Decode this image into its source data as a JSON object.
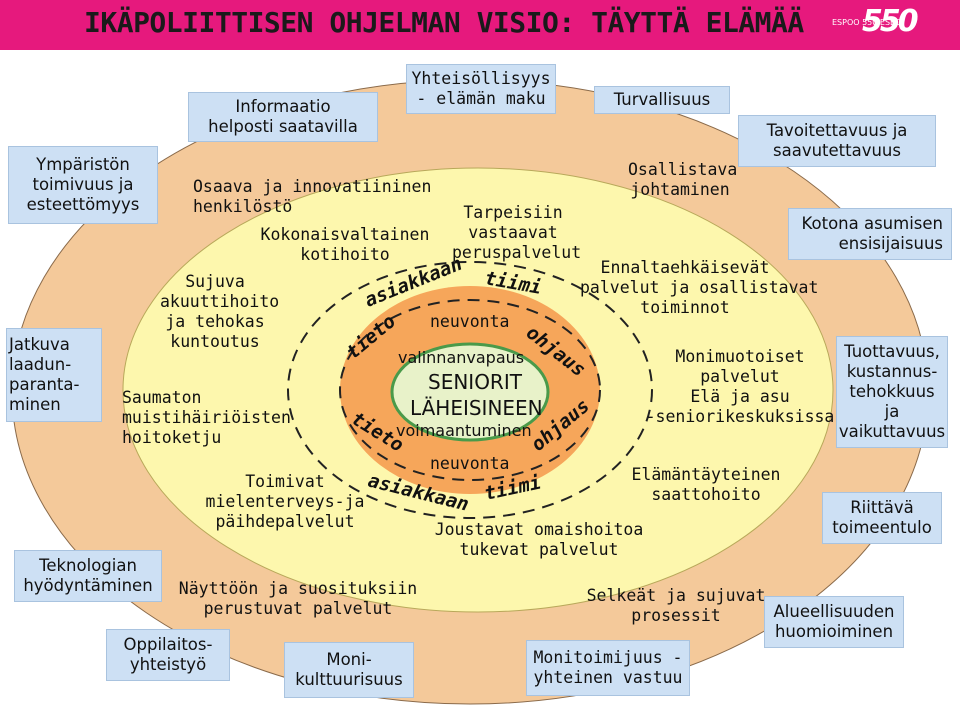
{
  "header": {
    "title": "IKÄPOLIITTISEN OHJELMAN VISIO: TÄYTTÄ ELÄMÄÄ",
    "logo_text": "ESPOO 550 ESBO",
    "logo_mark": "550",
    "background": "#e6197d"
  },
  "colors": {
    "outer_ring": "#f4c99a",
    "middle_ring": "#fdf7ad",
    "inner_ring": "#f6a65a",
    "core": "#e8f2c9",
    "boxes": "#cde0f4"
  },
  "boxes": {
    "ymparisto": [
      "Ympäristön",
      "toimivuus ja",
      "esteettömyys"
    ],
    "informaatio": [
      "Informaatio",
      "helposti saatavilla"
    ],
    "yhteisollisyys": [
      "Yhteisöllisyys",
      "- elämän maku"
    ],
    "turvallisuus": [
      "Turvallisuus"
    ],
    "tavoitettavuus": [
      "Tavoitettavuus ja",
      "saavutettavuus"
    ],
    "kotona": [
      "Kotona asumisen",
      "ensisijaisuus"
    ],
    "jatkuva": [
      "Jatkuva",
      "laadun-",
      "paranta-",
      "minen"
    ],
    "tuottavuus": [
      "Tuottavuus,",
      "kustannus-",
      "tehokkuus",
      "ja",
      "vaikuttavuus"
    ],
    "riittava": [
      "Riittävä",
      "toimeentulo"
    ],
    "teknologian": [
      "Teknologian",
      "hyödyntäminen"
    ],
    "alueellisuuden": [
      "Alueellisuuden",
      "huomioiminen"
    ],
    "oppilaitos": [
      "Oppilaitos-",
      "yhteistyö"
    ],
    "monikulttuurisuus": [
      "Moni-",
      "kulttuurisuus"
    ],
    "monitoimijuus": [
      "Monitoimijuus -",
      "yhteinen vastuu"
    ]
  },
  "ring_texts": {
    "osaava": [
      "Osaava ja innovatiininen",
      "henkilöstö"
    ],
    "kokonaisvaltainen": [
      "Kokonaisvaltainen",
      "kotihoito"
    ],
    "tarpeisiin": [
      "Tarpeisiin",
      "vastaavat",
      "peruspalvelut"
    ],
    "osallistava": [
      "Osallistava",
      "johtaminen"
    ],
    "sujuva": [
      "Sujuva",
      "akuuttihoito",
      "ja tehokas",
      "kuntoutus"
    ],
    "ennaltaehkaisevat": [
      "Ennaltaehkäisevät",
      "palvelut ja osallistavat",
      "toiminnot"
    ],
    "saumaton": [
      "Saumaton",
      "muistihäiriöisten",
      "hoitoketju"
    ],
    "monimuotoiset": [
      "Monimuotoiset",
      "palvelut",
      "Elä ja asu",
      "-seniorikeskuksissa"
    ],
    "toimivat": [
      "Toimivat",
      "mielenterveys-ja",
      "päihdepalvelut"
    ],
    "elamantayteinen": [
      "Elämäntäyteinen",
      "saattohoito"
    ],
    "joustavat": [
      "Joustavat omaishoitoa",
      "tukevat palvelut"
    ],
    "nayttoon": [
      "Näyttöön ja suosituksiin",
      "perustuvat palvelut"
    ],
    "selkeat": [
      "Selkeät ja sujuvat",
      "prosessit"
    ]
  },
  "inner": {
    "asiakkaan_top": "asiakkaan",
    "tiimi_top": "tiimi",
    "neuvonta_top": "neuvonta",
    "tieto_top": "tieto",
    "ohjaus_top": "ohjaus",
    "valinnanvapaus": "valinnanvapaus",
    "seniorit": "SENIORIT",
    "laheisineen": "LÄHEISINEEN",
    "voimaantuminen": "voimaantuminen",
    "tieto_bottom": "tieto",
    "ohjaus_bottom": "ohjaus",
    "neuvonta_bottom": "neuvonta",
    "asiakkaan_bottom": "asiakkaan",
    "tiimi_bottom": "tiimi"
  }
}
